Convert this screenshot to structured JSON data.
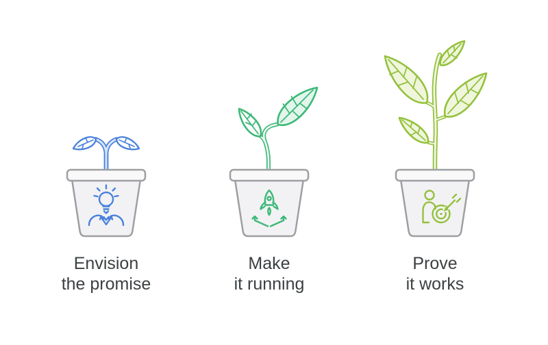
{
  "title": "Plant growth stages infographic",
  "stages": [
    {
      "id": "envision",
      "label_line1": "Envision",
      "label_line2": "the promise",
      "plant": "blue-sprout-two-leaves",
      "pot_icon": "idea-lightbulb-in-hands",
      "accent_color": "#4a82dc"
    },
    {
      "id": "make",
      "label_line1": "Make",
      "label_line2": "it running",
      "plant": "green-seedling-two-leaves",
      "pot_icon": "rocket-launch-platform",
      "accent_color": "#3eb878"
    },
    {
      "id": "prove",
      "label_line1": "Prove",
      "label_line2": "it works",
      "plant": "lime-young-plant-four-leaves",
      "pot_icon": "person-with-target-and-dart",
      "accent_color": "#94c13c"
    }
  ],
  "colors": {
    "background": "#ffffff",
    "text": "#3c4043",
    "pot_fill": "#f2f2f4",
    "pot_rim_fill": "#f9f9fa",
    "pot_stroke": "#9d9fa2",
    "blue": "#4a82dc",
    "blue_stem_inner": "#d6e4f8",
    "green": "#3eb878",
    "green_leaf_fill": "#e2f6ec",
    "green_stem_inner": "#eefaf3",
    "lime": "#94c13c",
    "lime_leaf_fill": "#eff6dc",
    "lime_stem_inner": "#f3f8e6"
  }
}
